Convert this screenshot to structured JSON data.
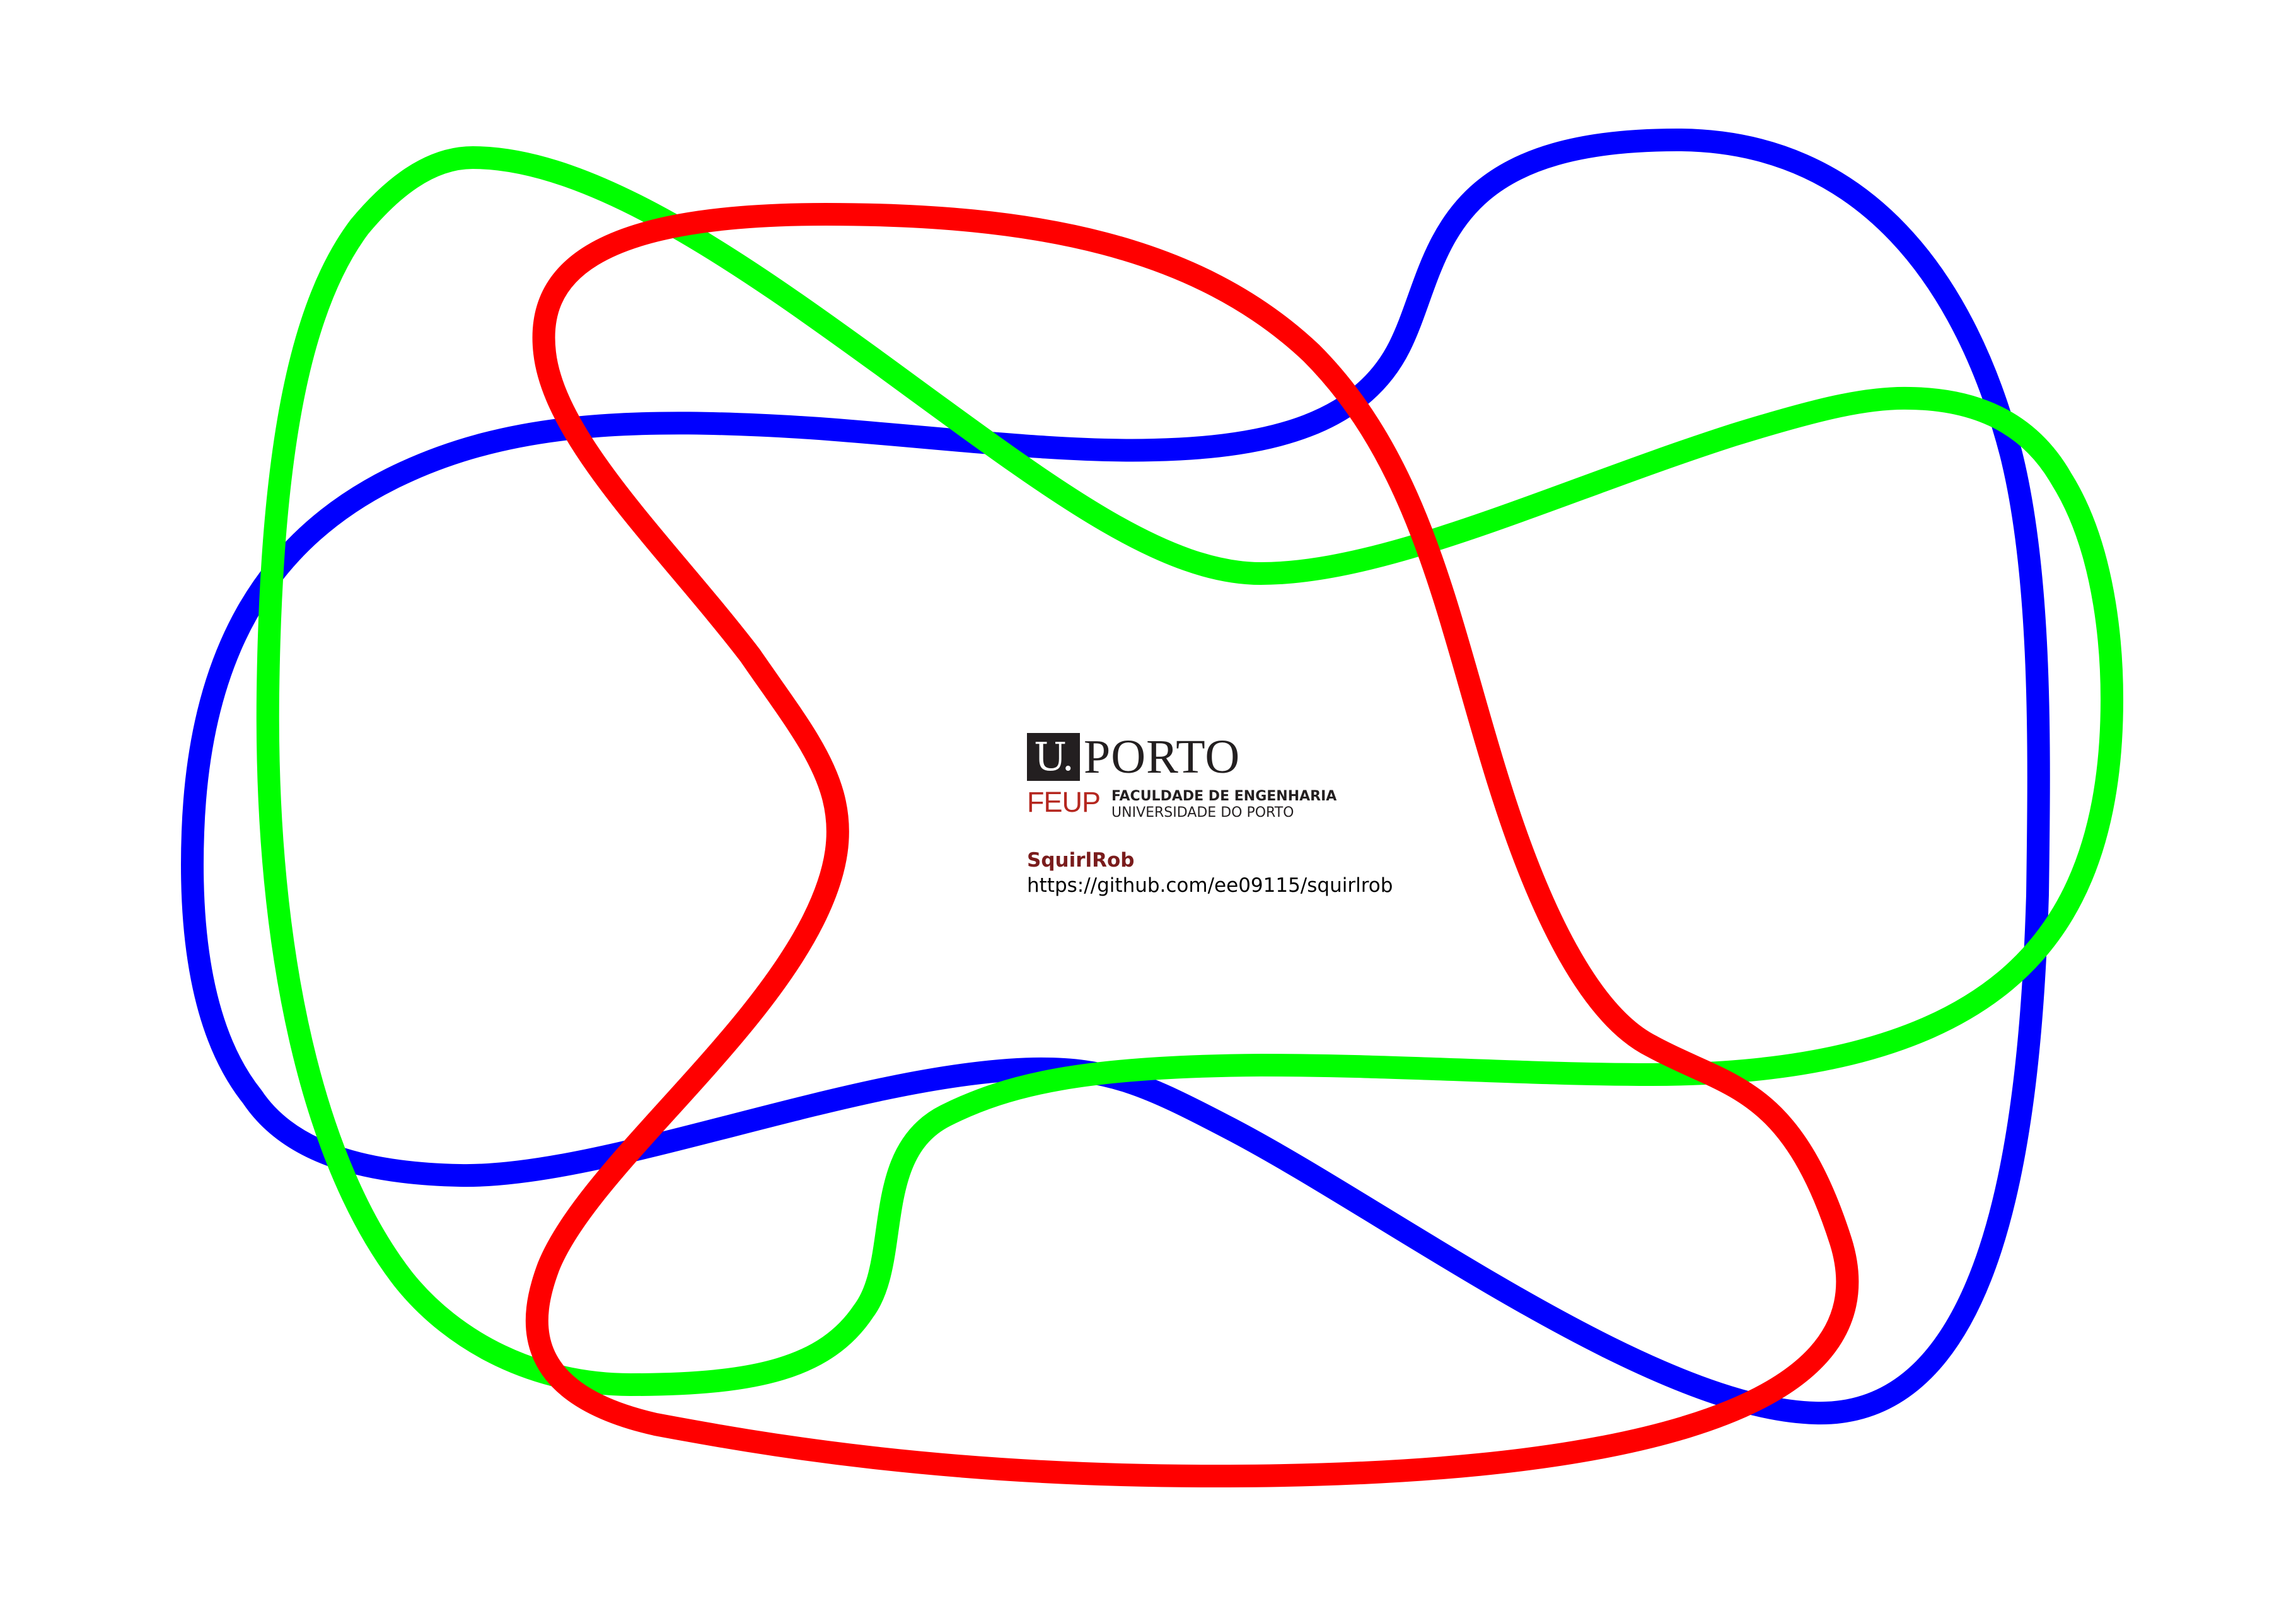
{
  "logo": {
    "u_mark": "U.",
    "porto_word": "PORTO",
    "feup": "FEUP",
    "faculty_line1": "FACULDADE DE ENGENHARIA",
    "faculty_line2": "UNIVERSIDADE DO PORTO"
  },
  "project": {
    "name": "SquirlRob",
    "url": "https://github.com/ee09115/squirlrob"
  },
  "tracks": [
    {
      "name": "blue-track",
      "color": "#0000ff"
    },
    {
      "name": "green-track",
      "color": "#00ff00"
    },
    {
      "name": "red-track",
      "color": "#ff0000"
    }
  ]
}
